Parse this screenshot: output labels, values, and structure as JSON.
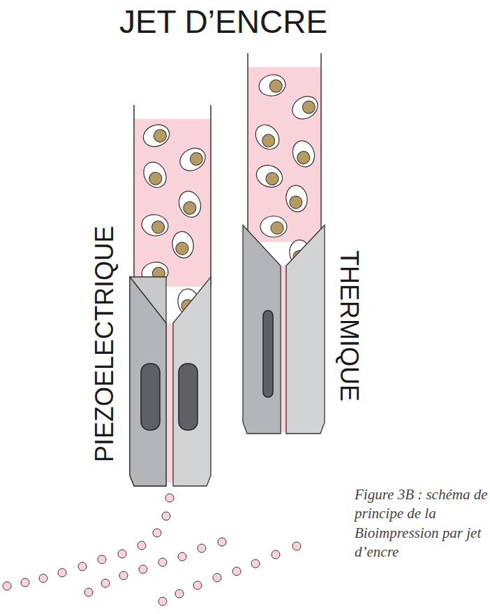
{
  "diagram": {
    "title": "JET D’ENCRE",
    "caption": "Figure 3B : schéma de principe de la Bioimpression par jet d’encre",
    "labels": [
      "PIEZOELECTRIQUE",
      "THERMIQUE"
    ]
  }
}
